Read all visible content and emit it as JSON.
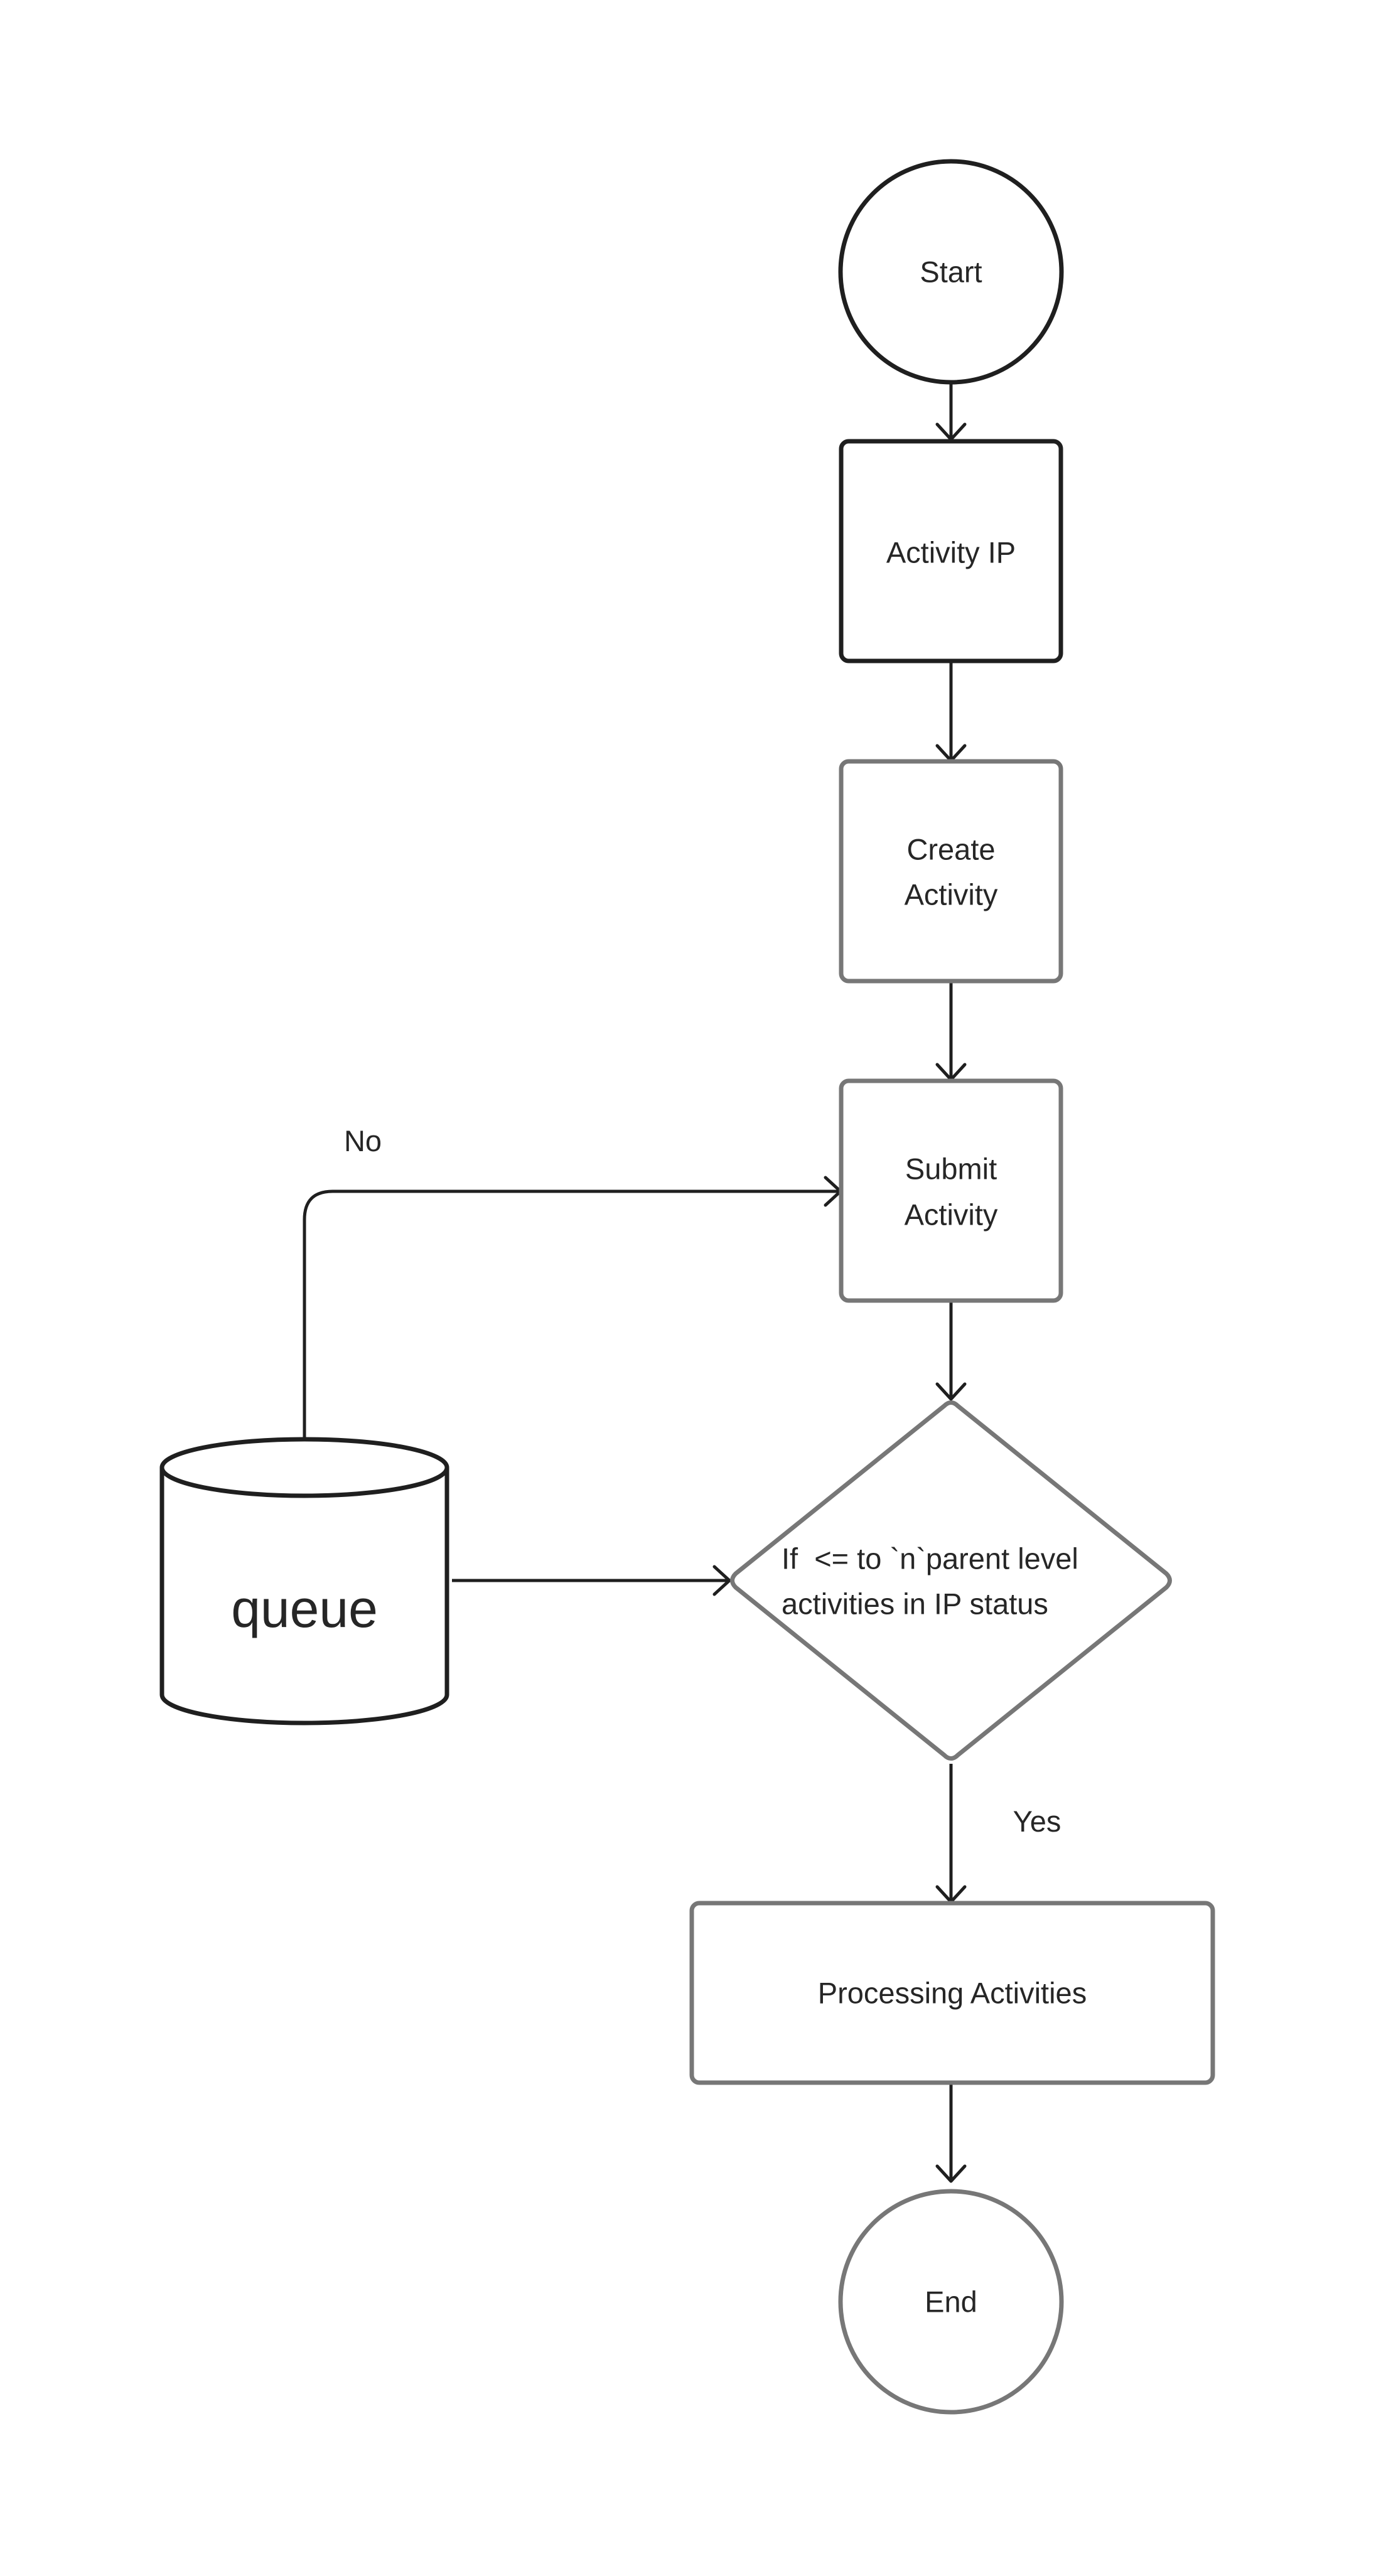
{
  "nodes": {
    "start": {
      "label": "Start"
    },
    "activity_ip": {
      "label": "Activity IP"
    },
    "create_activity": {
      "line1": "Create",
      "line2": "Activity"
    },
    "submit_activity": {
      "line1": "Submit",
      "line2": "Activity"
    },
    "decision": {
      "line1": "If  <= to `n`parent level",
      "line2": "activities in IP status"
    },
    "queue": {
      "label": "queue"
    },
    "processing": {
      "label": "Processing Activities"
    },
    "end": {
      "label": "End"
    }
  },
  "edges": {
    "no_label": "No",
    "yes_label": "Yes"
  },
  "colors": {
    "stroke_dark": "#1f1f1f",
    "stroke_grey": "#777777",
    "text": "#262626",
    "background": "#ffffff"
  }
}
